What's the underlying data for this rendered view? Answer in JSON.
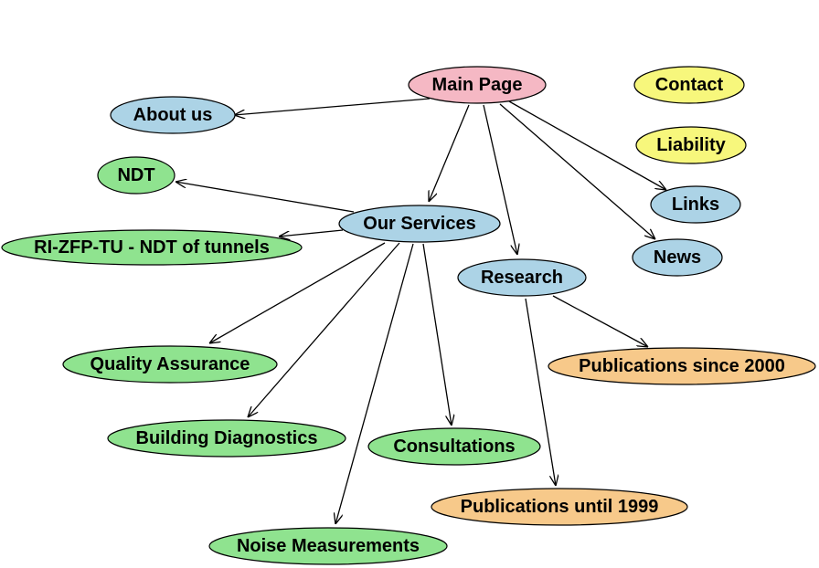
{
  "colors": {
    "root": "#f5b8c4",
    "section": "#acd3e6",
    "services": "#8fe38f",
    "publications": "#f7c98a",
    "meta": "#f7f77c"
  },
  "nodes": [
    {
      "id": "main-page",
      "label": "Main Page",
      "kind": "root"
    },
    {
      "id": "about-us",
      "label": "About us",
      "kind": "section"
    },
    {
      "id": "contact",
      "label": "Contact",
      "kind": "meta"
    },
    {
      "id": "liability",
      "label": "Liability",
      "kind": "meta"
    },
    {
      "id": "links",
      "label": "Links",
      "kind": "section"
    },
    {
      "id": "news",
      "label": "News",
      "kind": "section"
    },
    {
      "id": "our-services",
      "label": "Our Services",
      "kind": "section"
    },
    {
      "id": "research",
      "label": "Research",
      "kind": "section"
    },
    {
      "id": "ndt",
      "label": "NDT",
      "kind": "services"
    },
    {
      "id": "ri-zfp-tu",
      "label": "RI-ZFP-TU - NDT of tunnels",
      "kind": "services"
    },
    {
      "id": "quality-assurance",
      "label": "Quality Assurance",
      "kind": "services"
    },
    {
      "id": "building-diagnostics",
      "label": "Building Diagnostics",
      "kind": "services"
    },
    {
      "id": "consultations",
      "label": "Consultations",
      "kind": "services"
    },
    {
      "id": "noise-measurements",
      "label": "Noise Measurements",
      "kind": "services"
    },
    {
      "id": "publications-since-2000",
      "label": "Publications since 2000",
      "kind": "publications"
    },
    {
      "id": "publications-until-1999",
      "label": "Publications until 1999",
      "kind": "publications"
    }
  ],
  "edges": [
    {
      "from": "main-page",
      "to": "about-us"
    },
    {
      "from": "main-page",
      "to": "our-services"
    },
    {
      "from": "main-page",
      "to": "research"
    },
    {
      "from": "main-page",
      "to": "links"
    },
    {
      "from": "main-page",
      "to": "news"
    },
    {
      "from": "our-services",
      "to": "ndt"
    },
    {
      "from": "our-services",
      "to": "ri-zfp-tu"
    },
    {
      "from": "our-services",
      "to": "quality-assurance"
    },
    {
      "from": "our-services",
      "to": "building-diagnostics"
    },
    {
      "from": "our-services",
      "to": "noise-measurements"
    },
    {
      "from": "our-services",
      "to": "consultations"
    },
    {
      "from": "research",
      "to": "publications-since-2000"
    },
    {
      "from": "research",
      "to": "publications-until-1999"
    }
  ]
}
